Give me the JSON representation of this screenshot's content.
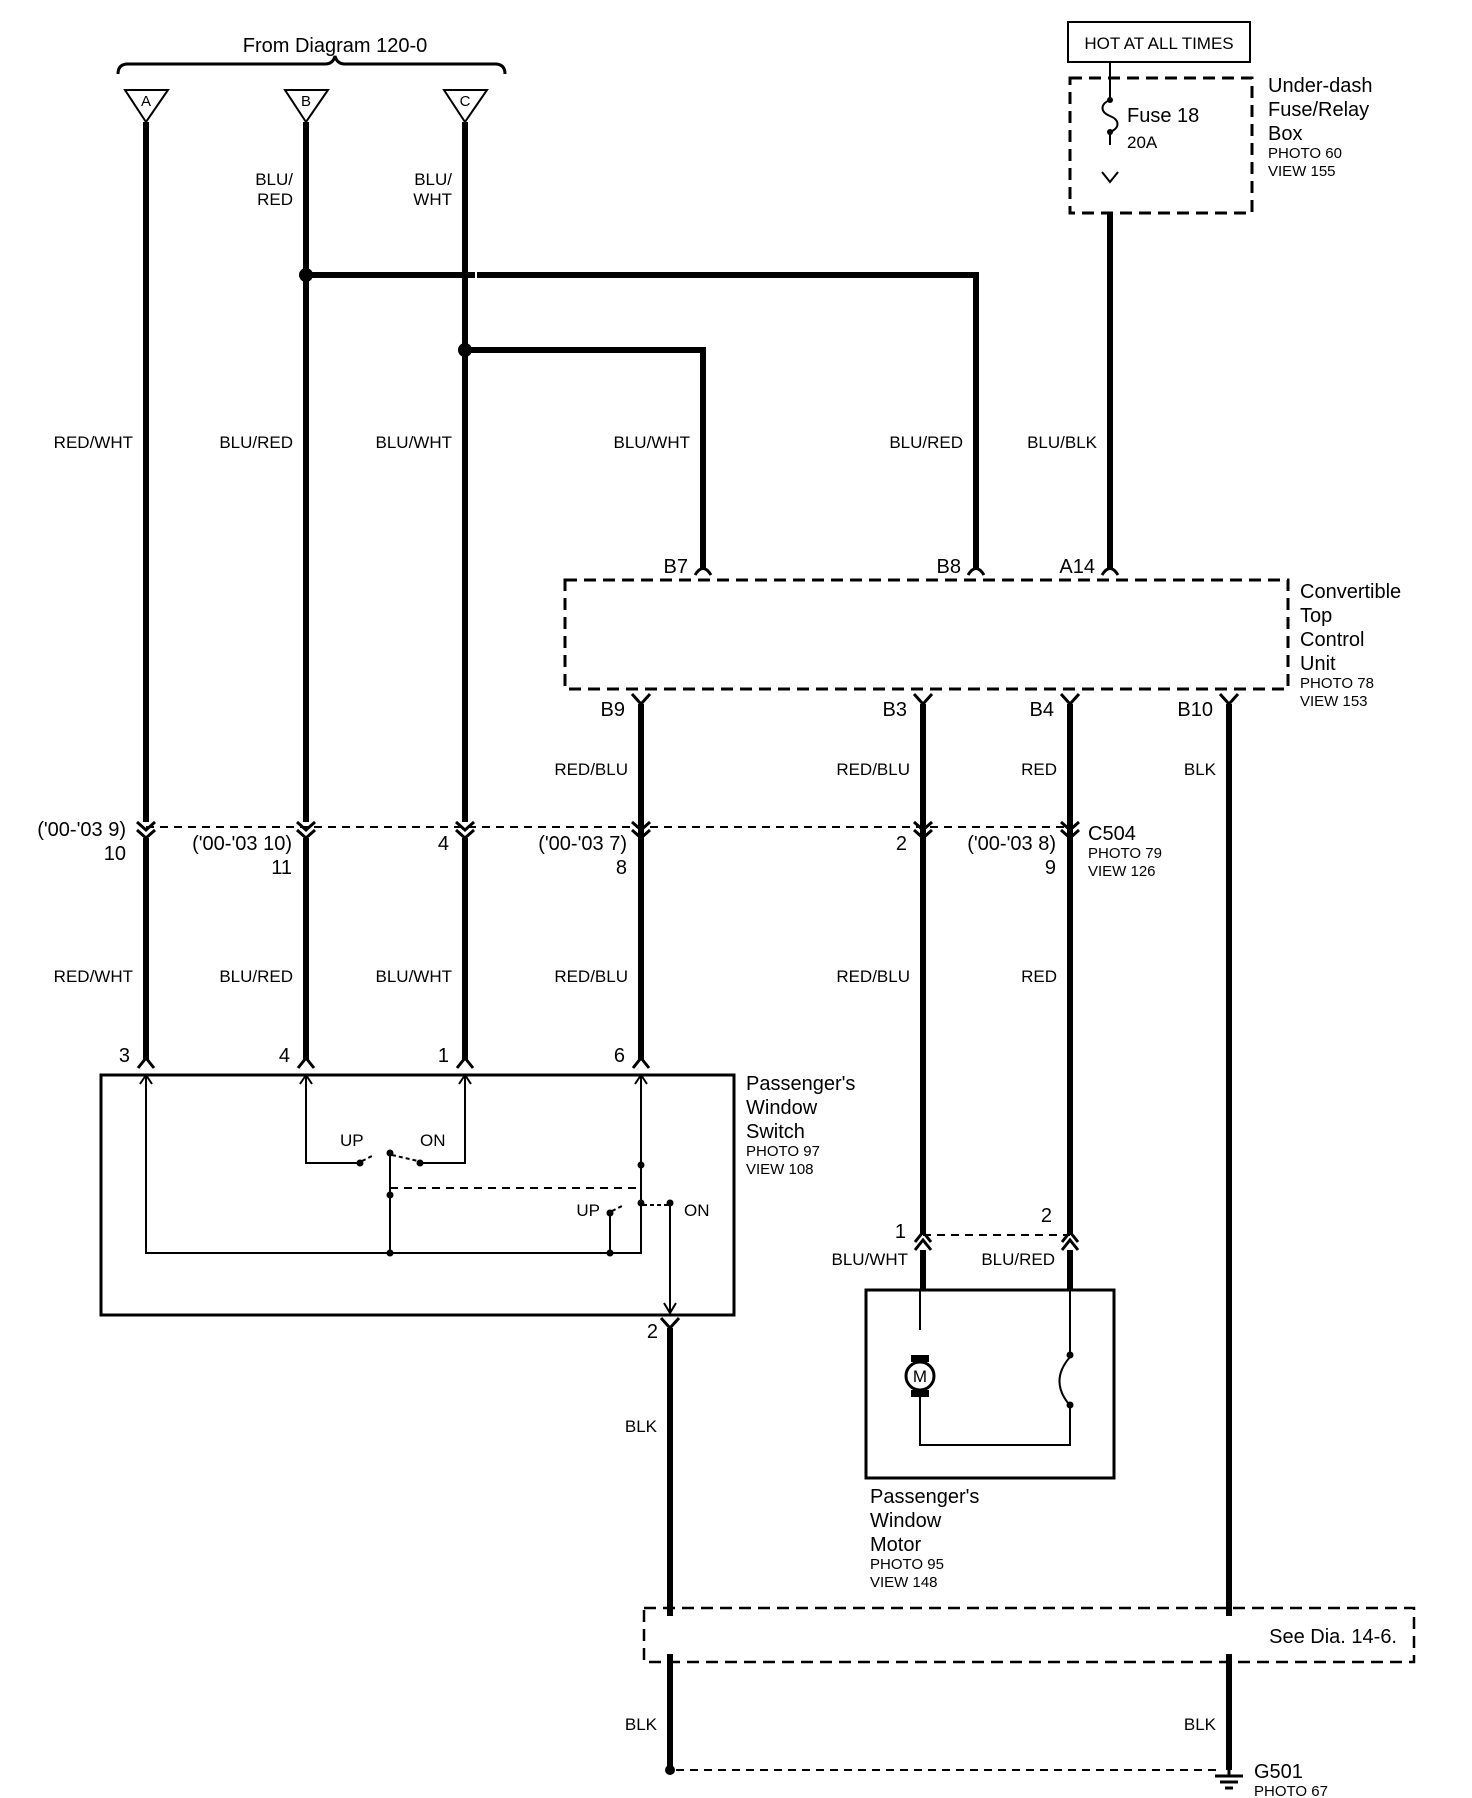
{
  "header": {
    "from_diagram": "From Diagram 120-0",
    "ref_a": "A",
    "ref_b": "B",
    "ref_c": "C",
    "hot_at_all_times": "HOT AT ALL TIMES"
  },
  "fuse_box": {
    "fuse_name": "Fuse 18",
    "fuse_rating": "20A",
    "title_lines": [
      "Under-dash",
      "Fuse/Relay",
      "Box"
    ],
    "photo": "PHOTO 60",
    "view": "VIEW 155"
  },
  "wire_colors": {
    "b_top": [
      "BLU/",
      "RED"
    ],
    "c_top": [
      "BLU/",
      "WHT"
    ],
    "red_wht": "RED/WHT",
    "blu_red": "BLU/RED",
    "blu_wht": "BLU/WHT",
    "blu_blk": "BLU/BLK",
    "red_blu": "RED/BLU",
    "red": "RED",
    "blk": "BLK"
  },
  "control_unit": {
    "title_lines": [
      "Convertible",
      "Top",
      "Control",
      "Unit"
    ],
    "photo": "PHOTO 78",
    "view": "VIEW 153",
    "pins": {
      "b7": "B7",
      "b8": "B8",
      "a14": "A14",
      "b9": "B9",
      "b3": "B3",
      "b4": "B4",
      "b10": "B10"
    }
  },
  "connector_c504": {
    "name": "C504",
    "photo": "PHOTO 79",
    "view": "VIEW 126",
    "pin_a_alt": "('00-'03 9)",
    "pin_a": "10",
    "pin_b_alt": "('00-'03 10)",
    "pin_b": "11",
    "pin_c": "4",
    "pin_d_alt": "('00-'03 7)",
    "pin_d": "8",
    "pin_e": "2",
    "pin_f_alt": "('00-'03 8)",
    "pin_f": "9"
  },
  "window_switch": {
    "title_lines": [
      "Passenger's",
      "Window",
      "Switch"
    ],
    "photo": "PHOTO 97",
    "view": "VIEW 108",
    "pins": {
      "p3": "3",
      "p4": "4",
      "p1": "1",
      "p6": "6",
      "p2": "2"
    },
    "up": "UP",
    "on": "ON"
  },
  "window_motor": {
    "title_lines": [
      "Passenger's",
      "Window",
      "Motor"
    ],
    "photo": "PHOTO 95",
    "view": "VIEW 148",
    "pin1": "1",
    "pin2": "2",
    "wire1": "BLU/WHT",
    "wire2": "BLU/RED",
    "motor_symbol": "M"
  },
  "see_dia": "See Dia. 14-6.",
  "ground": {
    "name": "G501",
    "photo": "PHOTO 67"
  }
}
